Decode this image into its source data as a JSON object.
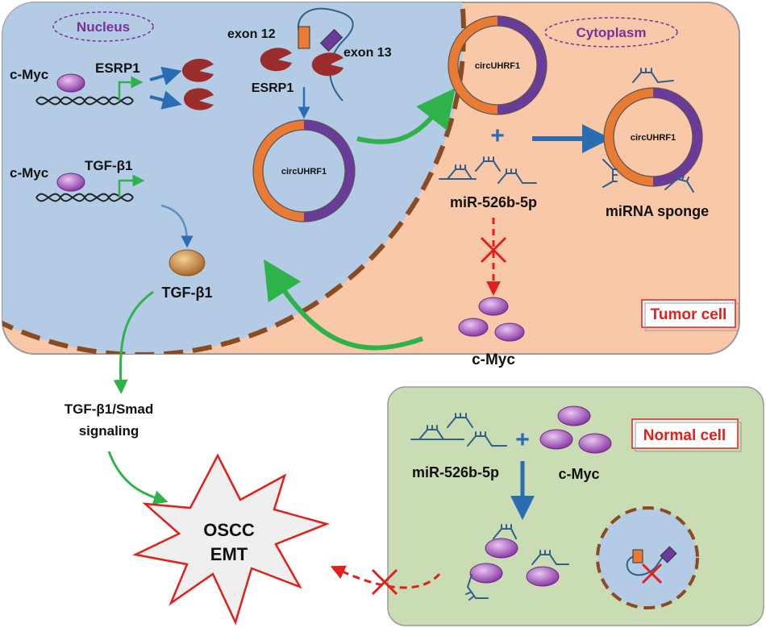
{
  "labels": {
    "nucleus": "Nucleus",
    "cytoplasm": "Cytoplasm",
    "tumor_cell": "Tumor cell",
    "normal_cell": "Normal cell",
    "cmyc_top": "c-Myc",
    "esrp1_gene": "ESRP1",
    "cmyc_mid": "c-Myc",
    "tgfb1_gene": "TGF-β1",
    "exon12": "exon 12",
    "exon13": "exon 13",
    "esrp1_protein": "ESRP1",
    "circ_nucleus": "circUHRF1",
    "circ_cyto": "circUHRF1",
    "circ_sponge": "circUHRF1",
    "mir_tumor": "miR-526b-5p",
    "mirna_sponge": "miRNA sponge",
    "tgfb1_protein": "TGF-β1",
    "cmyc_cyto": "c-Myc",
    "signaling_line1": "TGF-β1/Smad",
    "signaling_line2": "signaling",
    "oscc": "OSCC",
    "emt": "EMT",
    "mir_normal": "miR-526b-5p",
    "cmyc_normal": "c-Myc",
    "plus_tumor": "+",
    "plus_normal": "+"
  },
  "colors": {
    "nucleus_fill": "#b4cbe6",
    "cytoplasm_fill": "#f8c8a8",
    "normal_fill": "#c9dcb4",
    "membrane_dash": "#8b4a1f",
    "circ_orange": "#ea7b35",
    "circ_purple": "#6a3b99",
    "esrp1_protein": "#9b2c2c",
    "green_arrow": "#2db34a",
    "blue_arrow": "#2a6db3",
    "red_inhibit": "#e0201a"
  }
}
